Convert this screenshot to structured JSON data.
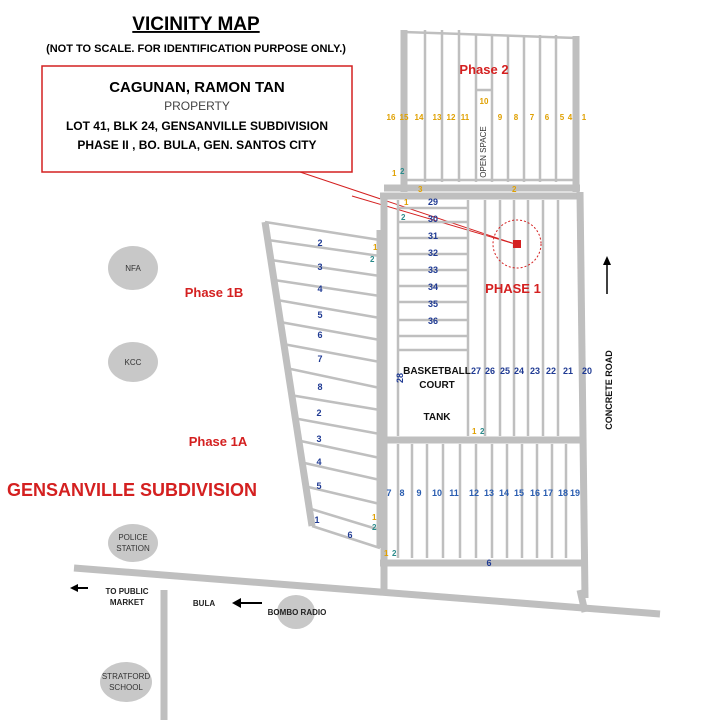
{
  "header": {
    "title": "VICINITY MAP",
    "subtitle": "(NOT TO SCALE. FOR IDENTIFICATION PURPOSE ONLY.)"
  },
  "callout": {
    "owner": "CAGUNAN, RAMON TAN",
    "property": "PROPERTY",
    "line1": "LOT 41, BLK 24, GENSANVILLE SUBDIVISION",
    "line2": "PHASE II , BO. BULA,  GEN. SANTOS CITY"
  },
  "phases": {
    "phase2": "Phase 2",
    "phase1": "PHASE 1",
    "phase1b": "Phase 1B",
    "phase1a": "Phase 1A"
  },
  "subdivision": "GENSANVILLE SUBDIVISION",
  "landmarks": {
    "nfa": "NFA",
    "kcc": "KCC",
    "police1": "POLICE",
    "police2": "STATION",
    "market1": "TO PUBLIC",
    "market2": "MARKET",
    "bula": "BULA",
    "bombo": "BOMBO RADIO",
    "stratford1": "STRATFORD",
    "stratford2": "SCHOOL",
    "concrete_road": "CONCRETE ROAD",
    "open_space": "OPEN SPACE",
    "court1": "BASKETBALL",
    "court2": "COURT",
    "tank": "TANK"
  },
  "lots": {
    "phase2_top": [
      "16",
      "15",
      "14",
      "13",
      "12",
      "11",
      "10",
      "9",
      "8",
      "7",
      "6",
      "5",
      "4",
      "1"
    ],
    "phase1_column": [
      "29",
      "30",
      "31",
      "32",
      "33",
      "34",
      "35",
      "36"
    ],
    "phase1_row": [
      "27",
      "26",
      "25",
      "24",
      "23",
      "22",
      "21",
      "20"
    ],
    "phase1_bottom": [
      "7",
      "8",
      "9",
      "10",
      "11",
      "12",
      "13",
      "14",
      "15",
      "16",
      "17",
      "18",
      "19"
    ],
    "phase1b": [
      "2",
      "3",
      "4",
      "5",
      "6",
      "7",
      "8"
    ],
    "phase1a": [
      "2",
      "3",
      "4",
      "5",
      "1",
      "6"
    ],
    "block28": "28",
    "block6": "6"
  },
  "colors": {
    "accent_red": "#d42020",
    "lot_blue": "#1f3a93",
    "block_orange": "#e0a000",
    "road_gray": "#bfbfbf"
  }
}
